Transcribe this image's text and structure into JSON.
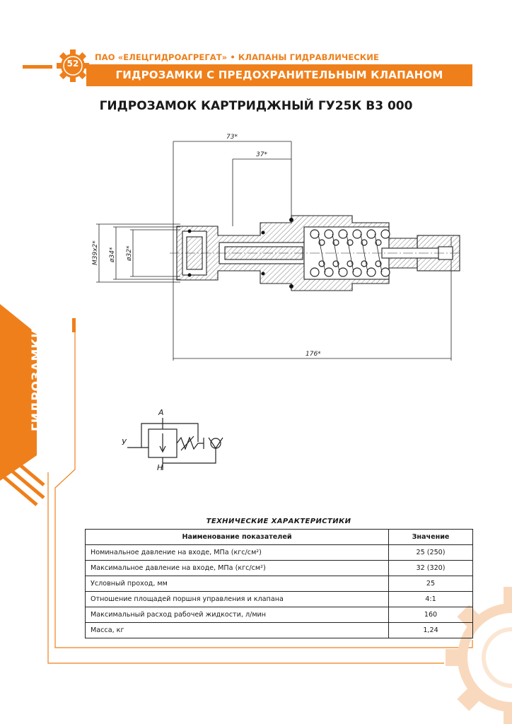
{
  "header": {
    "page_number": "52",
    "company_line": "ПАО «ЕЛЕЦГИДРОАГРЕГАТ» • КЛАПАНЫ ГИДРАВЛИЧЕСКИЕ",
    "section_title": "ГИДРОЗАМКИ С ПРЕДОХРАНИТЕЛЬНЫМ КЛАПАНОМ"
  },
  "product_title": "ГИДРОЗАМОК КАРТРИДЖНЫЙ ГУ25К В3 000",
  "side_tab_label": "ГИДРОЗАМКИ",
  "drawing": {
    "dim_73": "73*",
    "dim_37": "37*",
    "dim_176": "176*",
    "dim_thread": "М39х2*",
    "dim_d34": "ø34*",
    "dim_d32": "ø32*"
  },
  "schematic": {
    "port_a": "А",
    "port_y": "У",
    "port_h": "Н"
  },
  "specs": {
    "caption": "ТЕХНИЧЕСКИЕ  ХАРАКТЕРИСТИКИ",
    "col_name": "Наименование показателей",
    "col_value": "Значение",
    "rows": [
      {
        "name": "Номинальное давление на входе, МПа (кгс/см²)",
        "value": "25 (250)"
      },
      {
        "name": "Максимальное давление на входе, МПа (кгс/см²)",
        "value": "32 (320)"
      },
      {
        "name": "Условный проход, мм",
        "value": "25"
      },
      {
        "name": "Отношение площадей поршня управления и клапана",
        "value": "4:1"
      },
      {
        "name": "Максимальный расход рабочей жидкости, л/мин",
        "value": "160"
      },
      {
        "name": "Масса, кг",
        "value": "1,24"
      }
    ]
  },
  "colors": {
    "accent": "#ef7f1a",
    "text": "#1a1a1a",
    "hatch": "#333333"
  }
}
